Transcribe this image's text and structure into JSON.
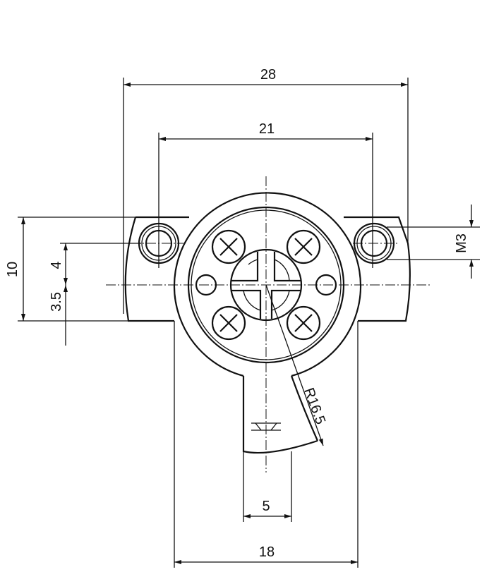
{
  "drawing": {
    "dimensions": {
      "overall_width": "28",
      "hole_spacing": "21",
      "flange_height": "10",
      "hole_offset": "4",
      "lower_offset": "3.5",
      "thread": "M3",
      "radius": "R16.5",
      "stem_width": "5",
      "body_width": "18"
    },
    "colors": {
      "line": "#111111",
      "background": "#ffffff"
    }
  }
}
